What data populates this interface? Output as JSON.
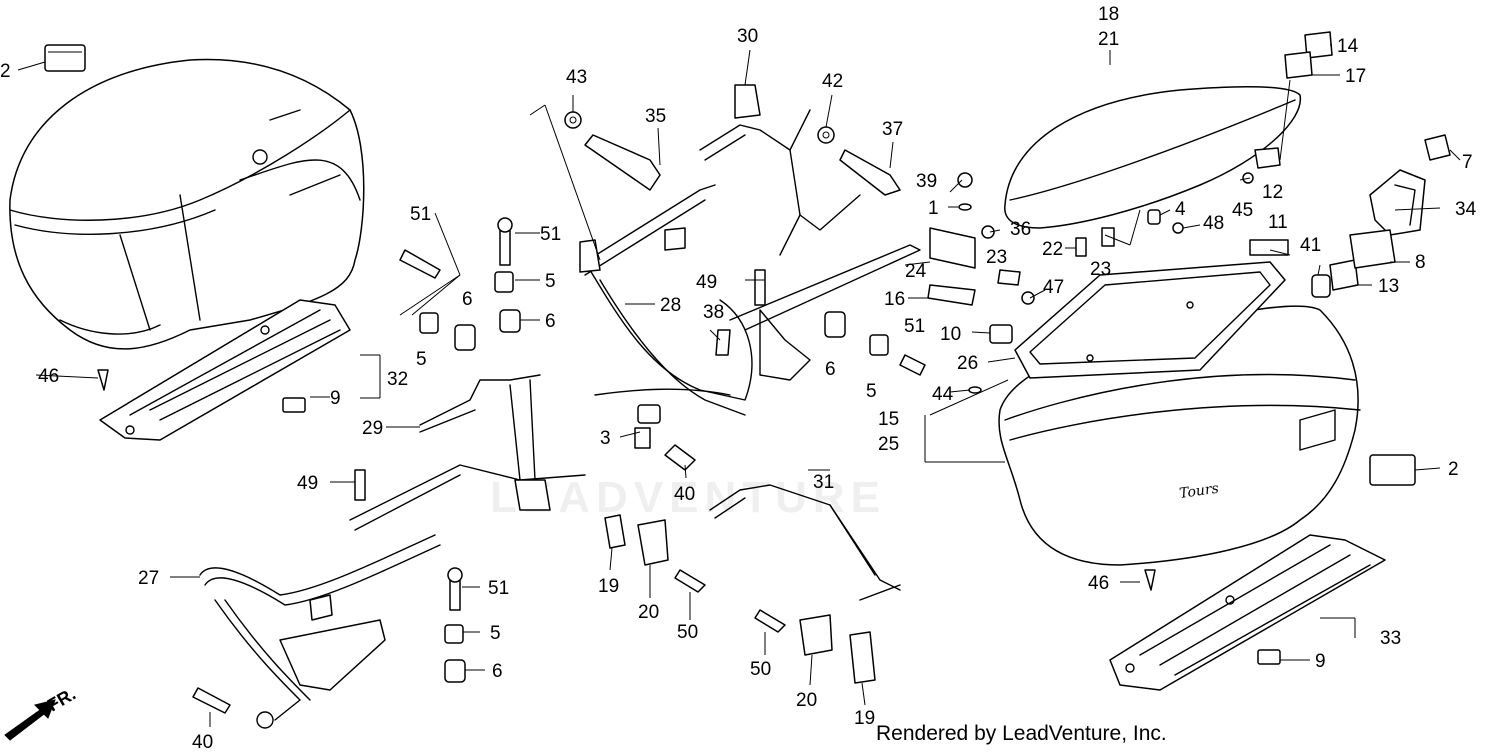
{
  "callouts": [
    "2",
    "2",
    "3",
    "4",
    "5",
    "5",
    "5",
    "5",
    "6",
    "6",
    "6",
    "6",
    "7",
    "8",
    "9",
    "9",
    "10",
    "11",
    "12",
    "13",
    "14",
    "15",
    "16",
    "17",
    "18",
    "19",
    "19",
    "20",
    "20",
    "21",
    "22",
    "23",
    "23",
    "24",
    "25",
    "26",
    "27",
    "28",
    "29",
    "30",
    "31",
    "32",
    "33",
    "34",
    "35",
    "36",
    "37",
    "38",
    "39",
    "40",
    "40",
    "41",
    "42",
    "43",
    "44",
    "45",
    "46",
    "46",
    "47",
    "48",
    "49",
    "49",
    "50",
    "50",
    "51",
    "51",
    "51",
    "1"
  ],
  "watermark": "LEADVENTURE",
  "direction_label": "FR.",
  "credit": "Rendered by LeadVenture, Inc.",
  "emblem_script": "Tours"
}
